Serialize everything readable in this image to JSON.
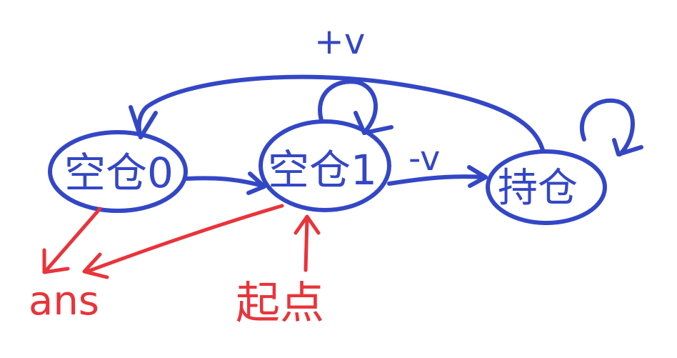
{
  "colors": {
    "blue": "#3347c6",
    "red": "#e8343a"
  },
  "nodes": [
    {
      "id": "empty0",
      "label": "空仓0"
    },
    {
      "id": "empty1",
      "label": "空仓1"
    },
    {
      "id": "hold",
      "label": "持仓"
    }
  ],
  "edges": {
    "plus_v": "+v",
    "minus_v": "-v"
  },
  "annotations": {
    "ans": "ans",
    "start": "起点"
  }
}
